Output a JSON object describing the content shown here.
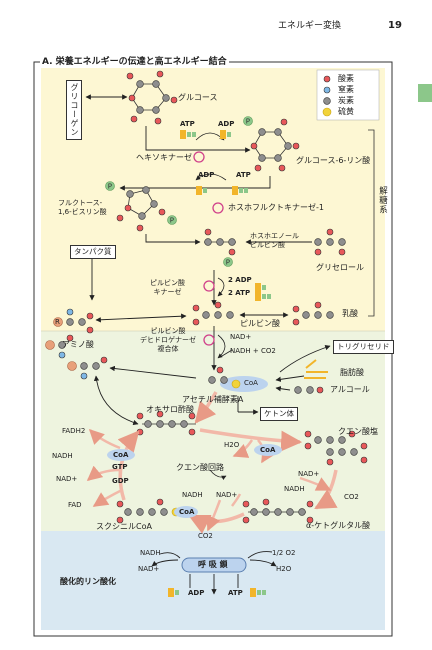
{
  "header": {
    "section": "エネルギー変換",
    "page": "19"
  },
  "panel": {
    "title": "A. 栄養エネルギーの伝達と高エネルギー結合"
  },
  "legend": [
    {
      "label": "酸素",
      "color": "#e8585a"
    },
    {
      "label": "窒素",
      "color": "#7fb8e6"
    },
    {
      "label": "炭素",
      "color": "#8e8e8e"
    },
    {
      "label": "硫黄",
      "color": "#f2d33a"
    }
  ],
  "side_labels": {
    "glycogen": "グリコーゲン",
    "glycolysis": "解糖系"
  },
  "boxes": {
    "protein": "タンパク質",
    "triglyceride": "トリグリセリド",
    "ketone": "ケトン体"
  },
  "molecules": {
    "glucose": "グルコース",
    "g6p": "グルコース-6-リン酸",
    "fbp": "フルクトース-\n1,6-ビスリン酸",
    "pep": "ホスホエノール\nピルビン酸",
    "glycerol": "グリセロール",
    "pyruvate": "ピルビン酸",
    "lactate": "乳酸",
    "amino_acid": "アミノ酸",
    "fatty_acid": "脂肪酸",
    "alcohol": "アルコール",
    "acetyl_coa": "アセチル補酵素A",
    "oxaloacetate": "オキサロ酢酸",
    "citrate": "クエン酸塩",
    "akg": "α-ケトグルタル酸",
    "succinyl_coa": "スクシニルCoA",
    "tca": "クエン酸回路"
  },
  "enzymes": {
    "hexokinase": "ヘキソキナーゼ",
    "pfk": "ホスホフルクトキナーゼ-1",
    "pyruvate_kinase": "ピルビン酸\nキナーゼ",
    "pdh": "ピルビン酸\nデヒドロゲナーゼ\n複合体"
  },
  "cofactors": {
    "atp": "ATP",
    "adp": "ADP",
    "two_adp": "2 ADP",
    "two_atp": "2 ATP",
    "p": "P",
    "r": "R",
    "coa": "CoA",
    "h2o": "H2O",
    "co2": "CO2",
    "nad_plus": "NAD+",
    "nadh": "NADH",
    "nadh_co2": "NADH + CO2",
    "fadh2": "FADH2",
    "fad": "FAD",
    "gtp": "GTP",
    "gdp": "GDP",
    "half_o2": "1/2 O2"
  },
  "respiration": {
    "chain": "呼 吸 鎖",
    "oxphos": "酸化的リン酸化"
  },
  "colors": {
    "panel_yellow": "#fdf7d3",
    "panel_green": "#eef4df",
    "panel_blue": "#d9e8f2",
    "arrow_pink": "#f2b8a8",
    "phosphate": "#8cc78a",
    "atp_yellow": "#f2b52a",
    "chain_fill": "#bcd3ee",
    "enzyme_magenta": "#d0408a"
  }
}
